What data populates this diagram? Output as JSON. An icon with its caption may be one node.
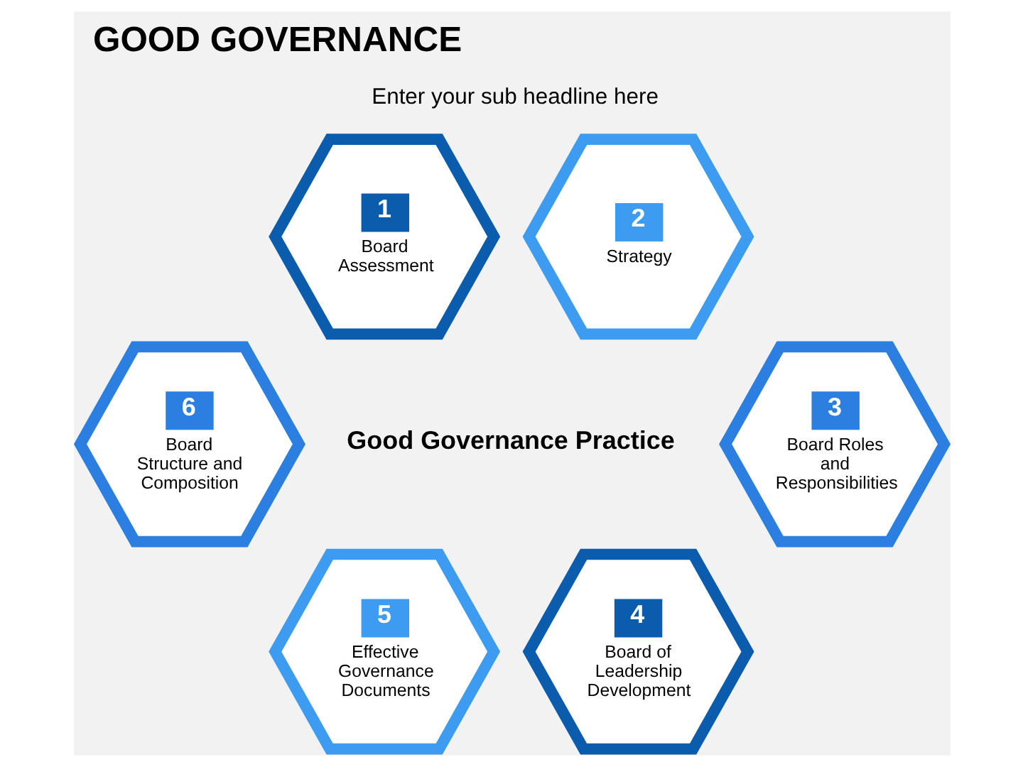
{
  "diagram": {
    "title": "GOOD GOVERNANCE",
    "nodes": [
      {
        "text": [
          "1",
          "Board Assessment"
        ]
      },
      {
        "text": [
          "2",
          "Strategy"
        ]
      },
      {
        "text": [
          "3",
          "Board Roles and Responsibilities"
        ]
      },
      {
        "text": [
          "4",
          "Board of Leadership Development"
        ]
      },
      {
        "text": [
          "5",
          "Effective Governance Documents"
        ]
      },
      {
        "text": [
          "6",
          "Board Structure and Composition"
        ]
      }
    ],
    "edges": [],
    "labels": [
      "Enter your sub headline here",
      "Good Governance Practice"
    ]
  }
}
